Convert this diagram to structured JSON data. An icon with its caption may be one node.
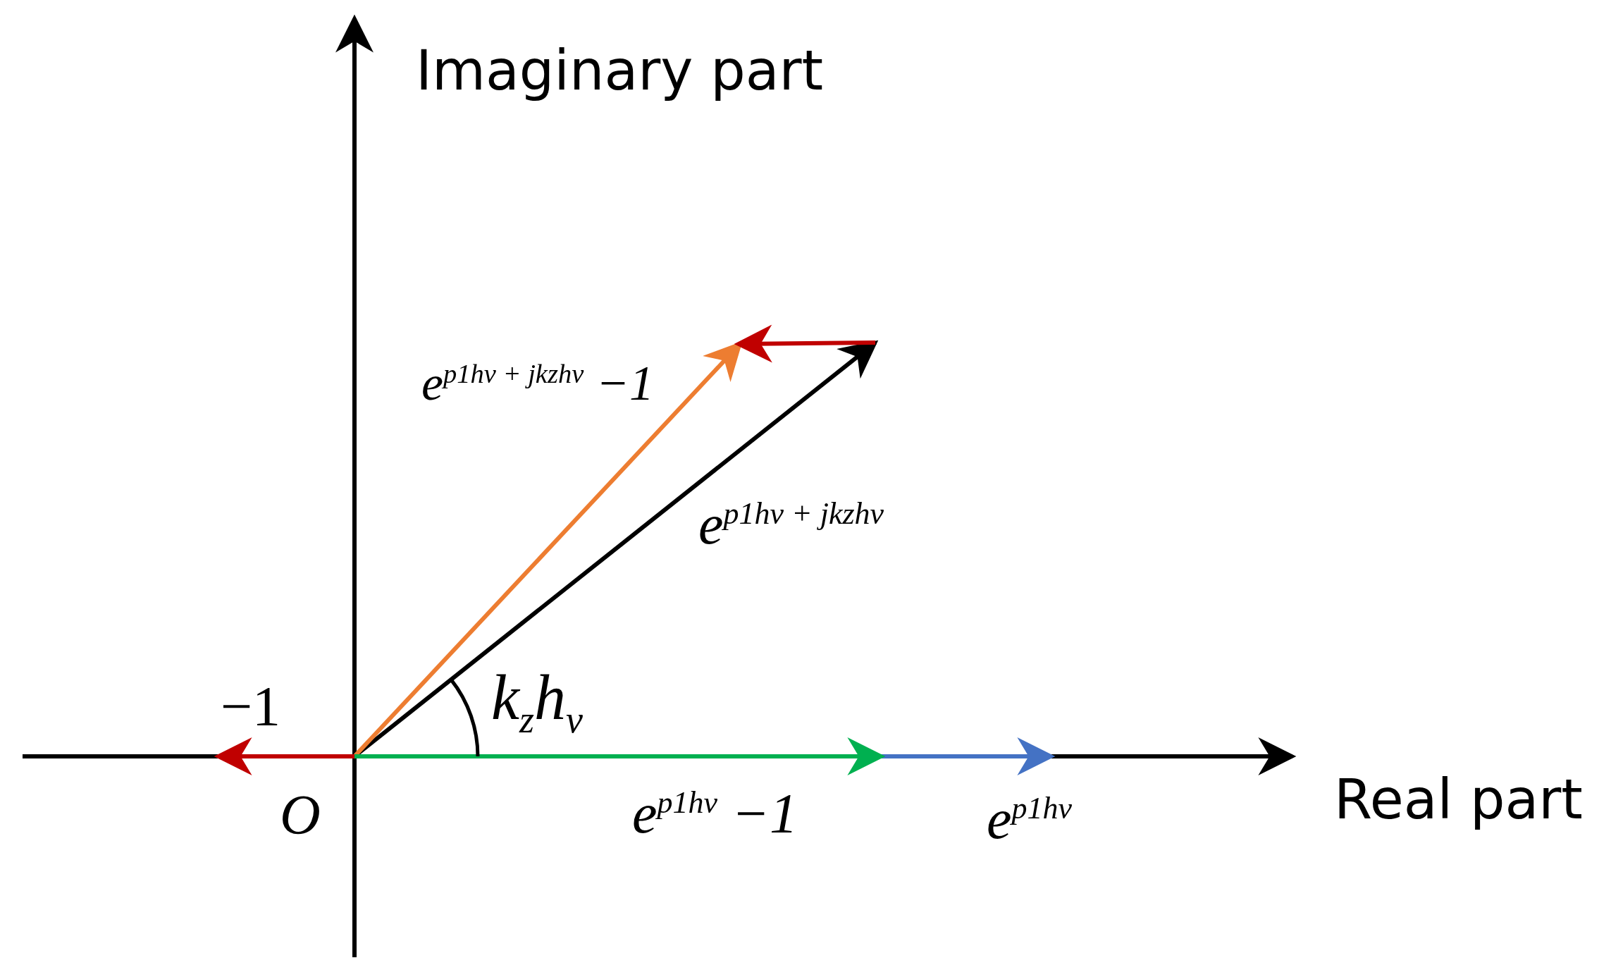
{
  "diagram": {
    "labels": [
      "Imaginary part",
      "Real part",
      "−1",
      "O",
      "e$^{p1hv + jkzhv}$ −1",
      "e$^{p1hv + jkzhv}$",
      "k$_{z}$h$_{v}$",
      "e$^{p1hv}$ −1",
      "e$^{p1hv}$"
    ]
  }
}
